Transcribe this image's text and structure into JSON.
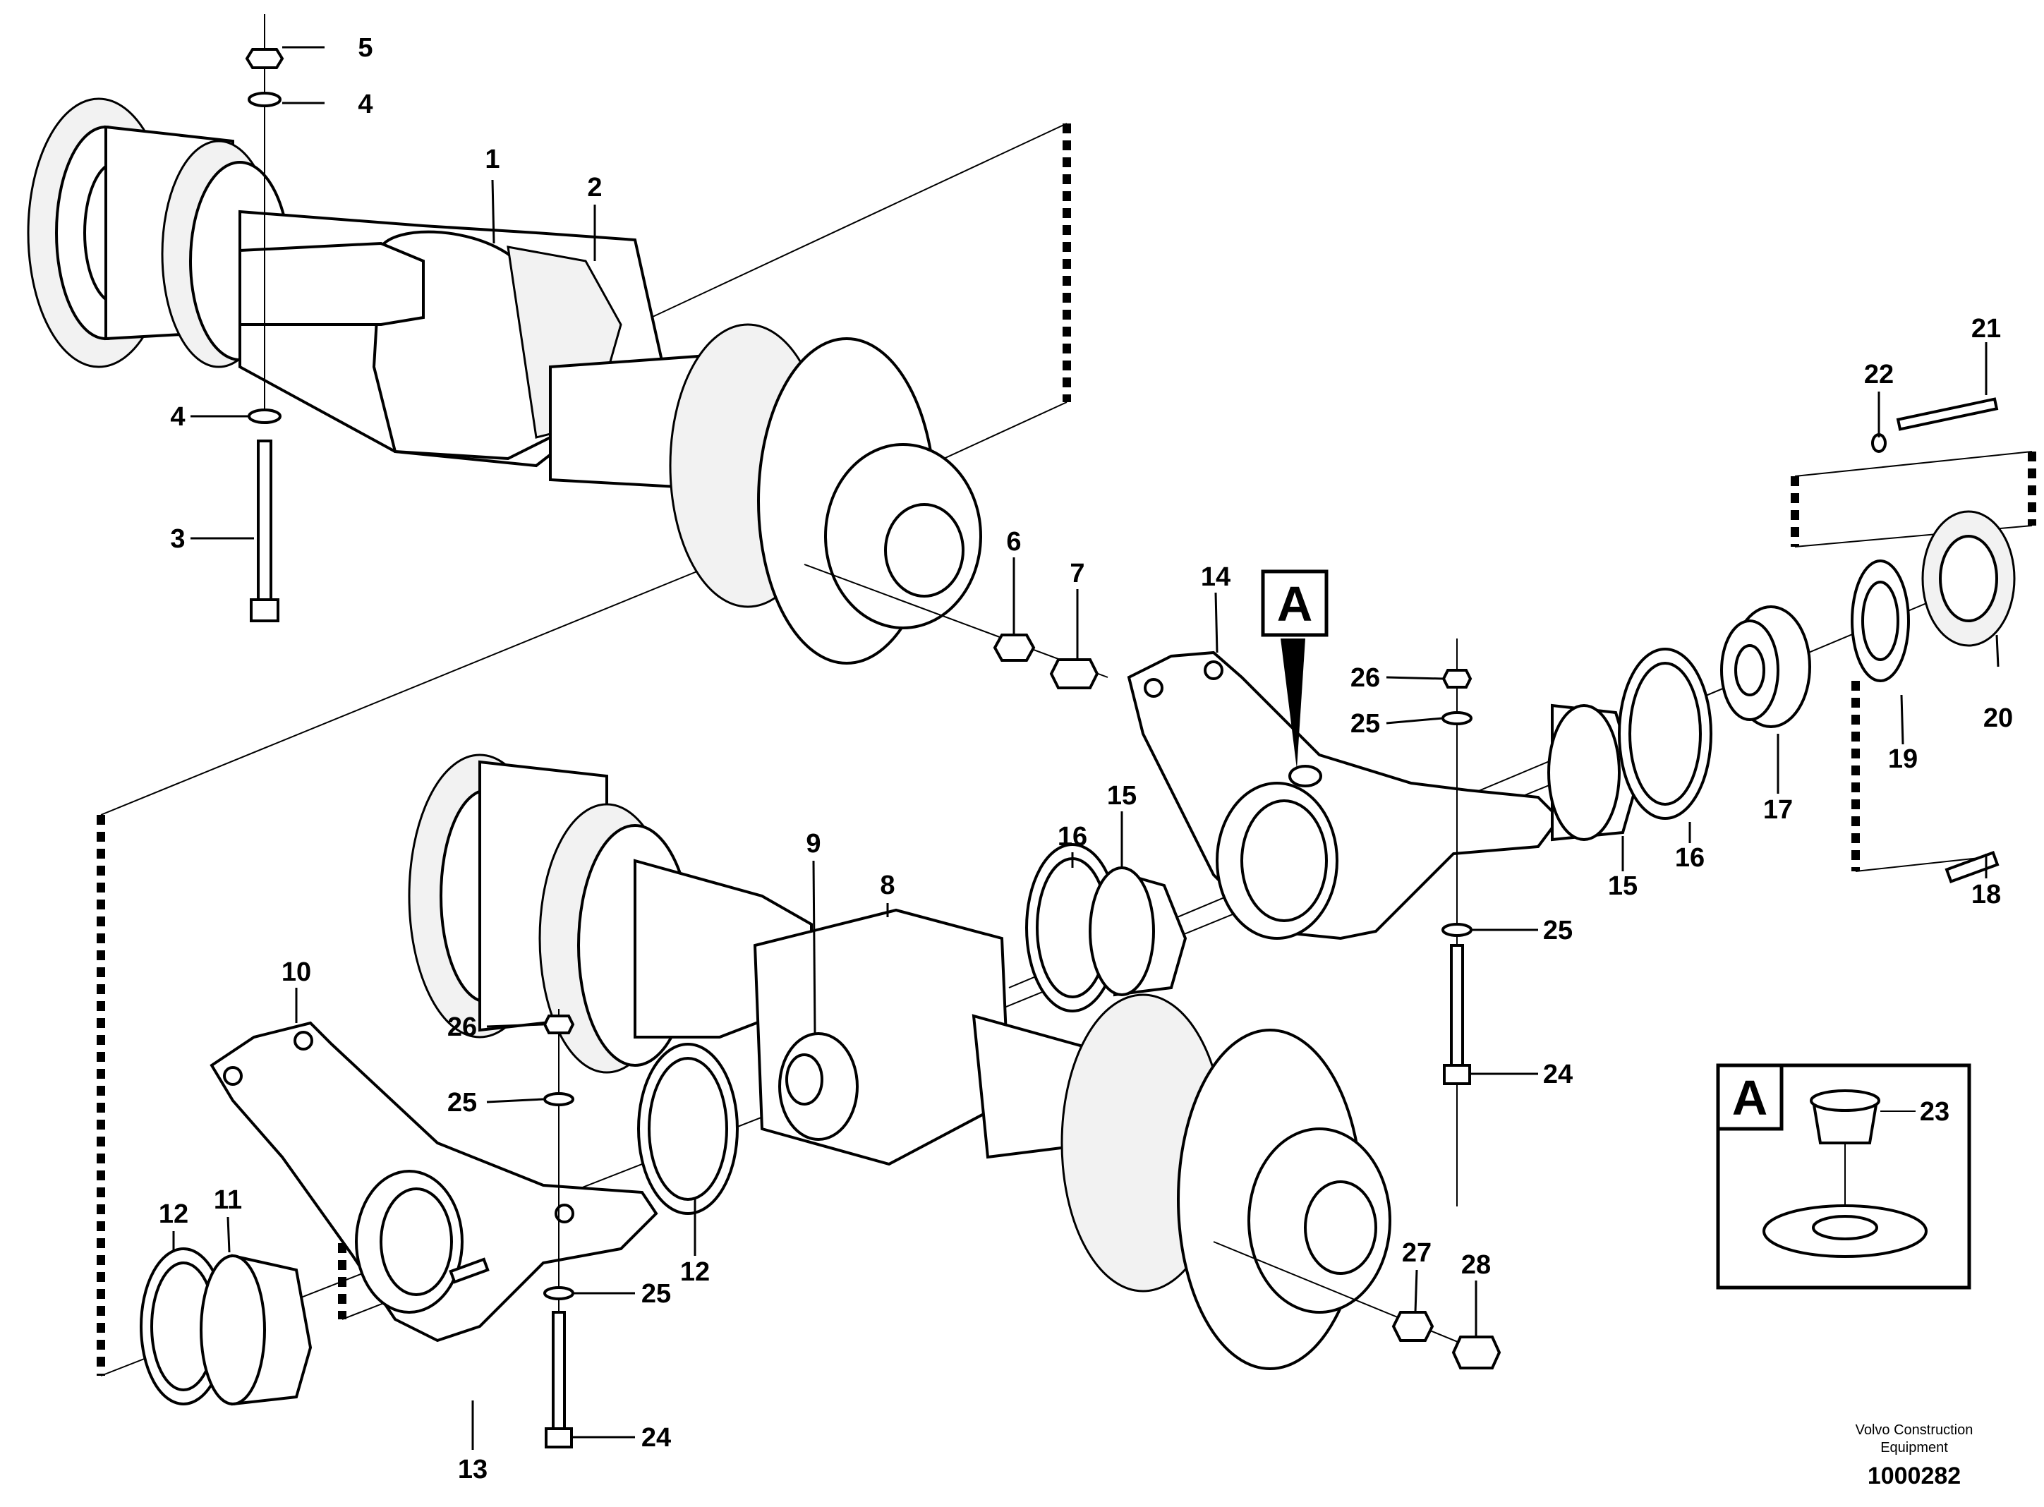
{
  "title": "",
  "callouts": [
    {
      "id": "lbl-1",
      "text": "1"
    },
    {
      "id": "lbl-2",
      "text": "2"
    },
    {
      "id": "lbl-3",
      "text": "3"
    },
    {
      "id": "lbl-4a",
      "text": "4"
    },
    {
      "id": "lbl-4b",
      "text": "4"
    },
    {
      "id": "lbl-5",
      "text": "5"
    },
    {
      "id": "lbl-6",
      "text": "6"
    },
    {
      "id": "lbl-7",
      "text": "7"
    },
    {
      "id": "lbl-8",
      "text": "8"
    },
    {
      "id": "lbl-9",
      "text": "9"
    },
    {
      "id": "lbl-10",
      "text": "10"
    },
    {
      "id": "lbl-11",
      "text": "11"
    },
    {
      "id": "lbl-12a",
      "text": "12"
    },
    {
      "id": "lbl-12b",
      "text": "12"
    },
    {
      "id": "lbl-13",
      "text": "13"
    },
    {
      "id": "lbl-14",
      "text": "14"
    },
    {
      "id": "lbl-15a",
      "text": "15"
    },
    {
      "id": "lbl-15b",
      "text": "15"
    },
    {
      "id": "lbl-16a",
      "text": "16"
    },
    {
      "id": "lbl-16b",
      "text": "16"
    },
    {
      "id": "lbl-17",
      "text": "17"
    },
    {
      "id": "lbl-18",
      "text": "18"
    },
    {
      "id": "lbl-19",
      "text": "19"
    },
    {
      "id": "lbl-20",
      "text": "20"
    },
    {
      "id": "lbl-21",
      "text": "21"
    },
    {
      "id": "lbl-22",
      "text": "22"
    },
    {
      "id": "lbl-23",
      "text": "23"
    },
    {
      "id": "lbl-24a",
      "text": "24"
    },
    {
      "id": "lbl-24b",
      "text": "24"
    },
    {
      "id": "lbl-25a",
      "text": "25"
    },
    {
      "id": "lbl-25b",
      "text": "25"
    },
    {
      "id": "lbl-25c",
      "text": "25"
    },
    {
      "id": "lbl-25d",
      "text": "25"
    },
    {
      "id": "lbl-26a",
      "text": "26"
    },
    {
      "id": "lbl-26b",
      "text": "26"
    },
    {
      "id": "lbl-27",
      "text": "27"
    },
    {
      "id": "lbl-28",
      "text": "28"
    }
  ],
  "detail_marker": "A",
  "detail_box_label": "A",
  "footer": {
    "brand_line1": "Volvo Construction",
    "brand_line2": "Equipment",
    "document_number": "1000282"
  }
}
